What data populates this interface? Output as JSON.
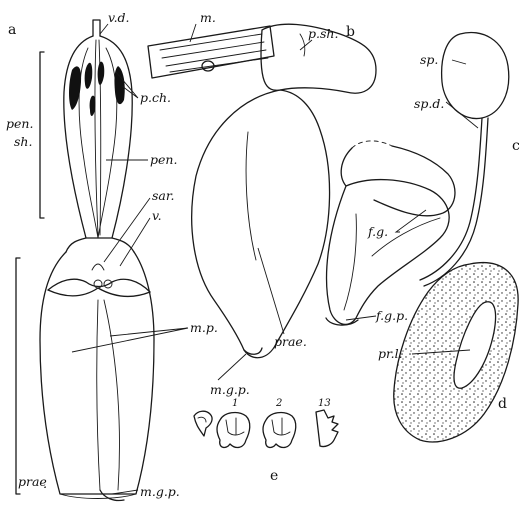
{
  "panels": {
    "a": "a",
    "b": "b",
    "c": "c",
    "d": "d",
    "e": "e"
  },
  "labels": {
    "vd": "v.d.",
    "m": "m.",
    "psh": "p.sh.",
    "pch": "p.ch.",
    "pen_sh_1": "pen.",
    "pen_sh_2": "sh.",
    "pen": "pen.",
    "sar": "sar.",
    "v": "v.",
    "prae_a": "praeฺ",
    "mp": "m.p.",
    "mgp_a": "m.g.p.",
    "prae_b": "prae.",
    "mgp_b": "m.g.p.",
    "sp": "sp.",
    "spd": "sp.d.",
    "fg": "f.g.",
    "fgp": "f.g.p.",
    "prl": "pr.l."
  },
  "tooth_numbers": [
    "1",
    "2",
    "13"
  ]
}
